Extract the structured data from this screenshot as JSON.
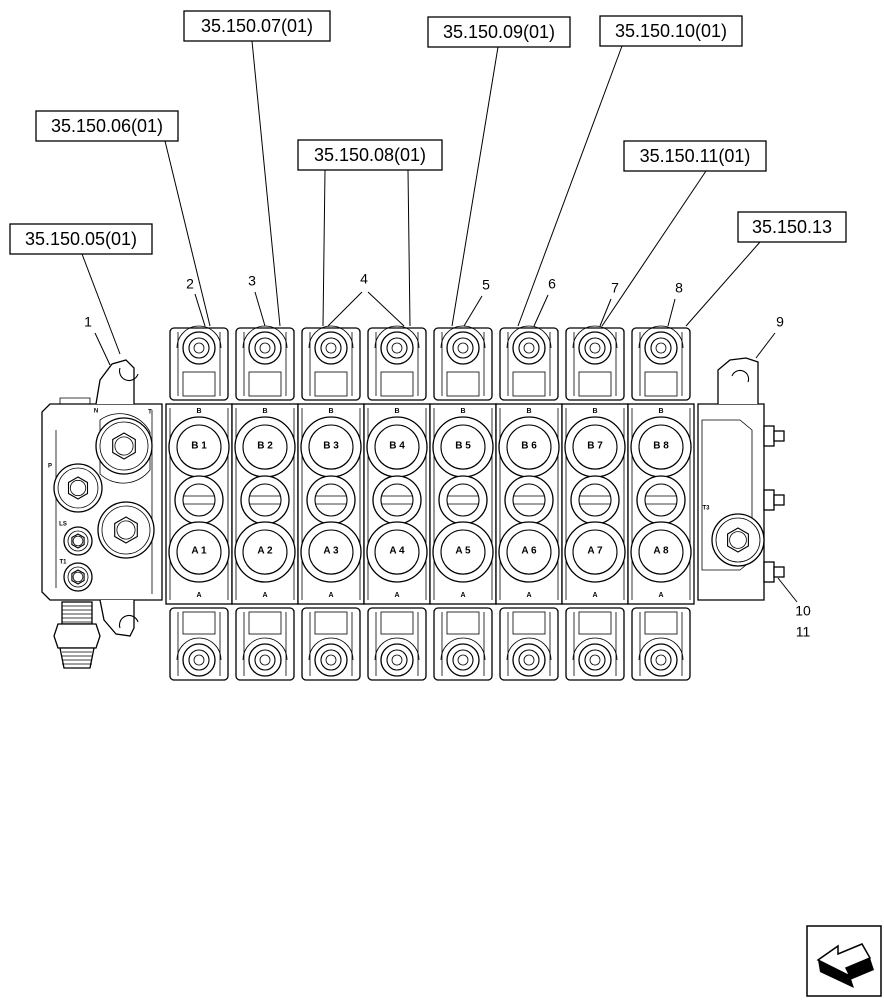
{
  "references": [
    {
      "id": "ref-05",
      "text": "35.150.05(01)"
    },
    {
      "id": "ref-06",
      "text": "35.150.06(01)"
    },
    {
      "id": "ref-07",
      "text": "35.150.07(01)"
    },
    {
      "id": "ref-08",
      "text": "35.150.08(01)"
    },
    {
      "id": "ref-09",
      "text": "35.150.09(01)"
    },
    {
      "id": "ref-10",
      "text": "35.150.10(01)"
    },
    {
      "id": "ref-11",
      "text": "35.150.11(01)"
    },
    {
      "id": "ref-13",
      "text": "35.150.13"
    }
  ],
  "callouts": [
    "1",
    "2",
    "3",
    "4",
    "5",
    "6",
    "7",
    "8",
    "9",
    "10",
    "11"
  ],
  "sections": [
    {
      "b_port": "B 1",
      "a_port": "A 1"
    },
    {
      "b_port": "B 2",
      "a_port": "A 2"
    },
    {
      "b_port": "B 3",
      "a_port": "A 3"
    },
    {
      "b_port": "B 4",
      "a_port": "A 4"
    },
    {
      "b_port": "B 5",
      "a_port": "A 5"
    },
    {
      "b_port": "B 6",
      "a_port": "A 6"
    },
    {
      "b_port": "B 7",
      "a_port": "A 7"
    },
    {
      "b_port": "B 8",
      "a_port": "A 8"
    }
  ],
  "section_marks": {
    "top": "B",
    "bottom": "A"
  },
  "inlet_ports": {
    "p": "P",
    "t": "T",
    "ls": "LS",
    "t1": "T1",
    "n": "N"
  },
  "outlet_port": "T3",
  "nav_icon": "arrow-back-icon"
}
